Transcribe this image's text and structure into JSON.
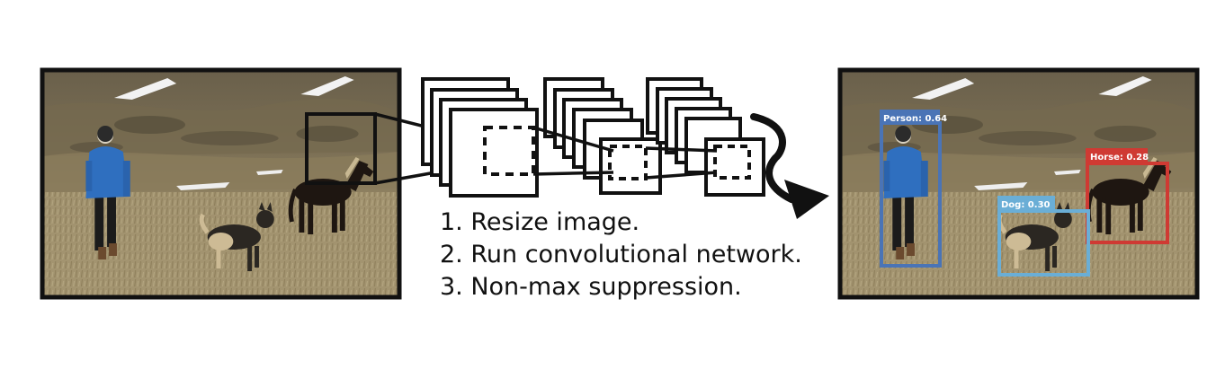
{
  "steps": [
    "1. Resize image.",
    "2. Run convolutional network.",
    "3. Non-max suppression."
  ],
  "detections": [
    {
      "label": "Person: 0.64",
      "color": "#4a74b6"
    },
    {
      "label": "Horse: 0.28",
      "color": "#cf3a33"
    },
    {
      "label": "Dog: 0.30",
      "color": "#6aaed6"
    }
  ],
  "colors": {
    "frame": "#111111",
    "grass": "#9a8a5e",
    "hill": "#6f6550",
    "snow": "#f4f4f4",
    "jacket": "#2f6fbf"
  }
}
